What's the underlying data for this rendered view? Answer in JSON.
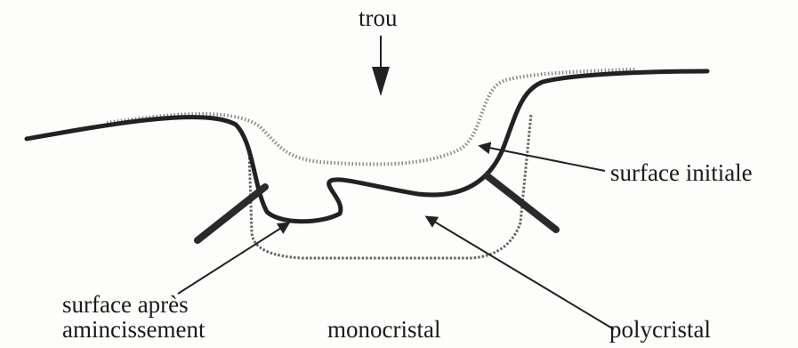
{
  "labels": {
    "trou": "trou",
    "surface_initiale": "surface initiale",
    "surface_apres_line1": "surface après",
    "surface_apres_line2": "amincissement",
    "monocristal": "monocristal",
    "polycristal": "polycristal"
  },
  "colors": {
    "ink": "#222222",
    "dotted": "#777777",
    "background": "#fdfdfb"
  }
}
